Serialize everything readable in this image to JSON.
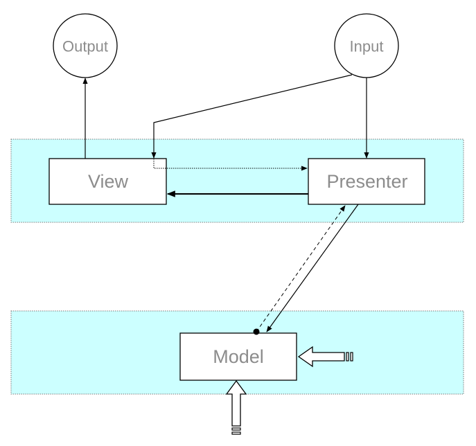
{
  "nodes": {
    "output": "Output",
    "input": "Input",
    "view": "View",
    "presenter": "Presenter",
    "model": "Model"
  },
  "colors": {
    "layer_fill": "#ccffff",
    "layer_border": "#777777",
    "box_fill": "#ffffff",
    "stroke": "#000000",
    "label": "#8c8c8c"
  }
}
